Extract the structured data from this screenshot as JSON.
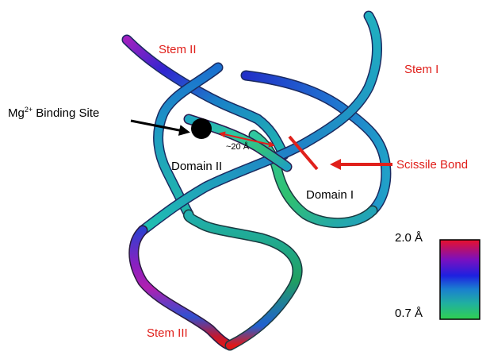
{
  "labels": {
    "stem_ii": "Stem II",
    "stem_i": "Stem I",
    "stem_iii": "Stem III",
    "mg_site_prefix": "Mg",
    "mg_site_superscript": "2+",
    "mg_site_suffix": " Binding Site",
    "distance": "~20 Å",
    "domain_ii": "Domain II",
    "domain_i": "Domain I",
    "scissile_bond": "Scissile Bond"
  },
  "scale": {
    "max_label": "2.0 Å",
    "min_label": "0.7 Å",
    "gradient_colors": [
      "#e8102a",
      "#7a10c0",
      "#1e20e0",
      "#1a7fd0",
      "#20b0a0",
      "#30d050"
    ]
  },
  "colors": {
    "label_red": "#e0201b",
    "arrow_red": "#e0201b",
    "arrow_black": "#000000"
  }
}
